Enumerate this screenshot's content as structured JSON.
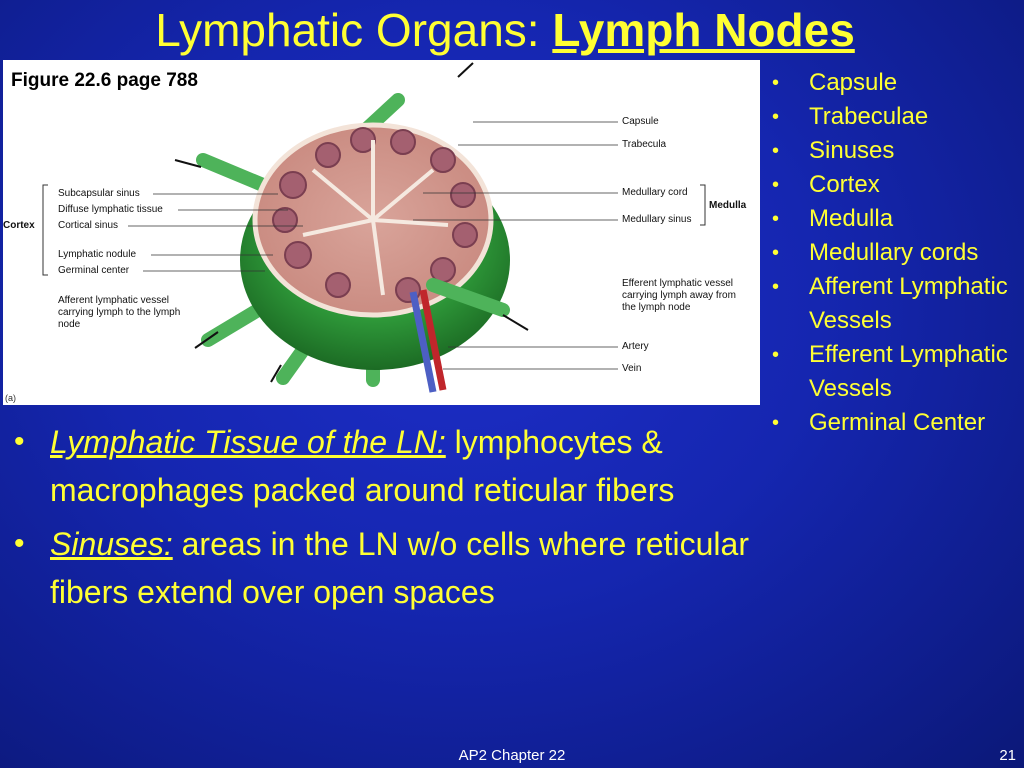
{
  "slide": {
    "title_prefix": "Lymphatic Organs: ",
    "title_emphasis": "Lymph Nodes",
    "figure_caption": "Figure 22.6 page 788",
    "figure_panel": "(a)",
    "figure_labels": {
      "capsule": "Capsule",
      "trabecula": "Trabecula",
      "medullary_cord": "Medullary cord",
      "medullary_sinus": "Medullary sinus",
      "medulla": "Medulla",
      "efferent_vessel": "Efferent lymphatic vessel carrying lymph away from the lymph node",
      "artery": "Artery",
      "vein": "Vein",
      "subcapsular_sinus": "Subcapsular sinus",
      "diffuse_tissue": "Diffuse lymphatic tissue",
      "cortical_sinus": "Cortical sinus",
      "cortex": "Cortex",
      "lymphatic_nodule": "Lymphatic nodule",
      "germinal_center": "Germinal center",
      "afferent_vessel": "Afferent lymphatic vessel carrying lymph to the lymph node"
    },
    "right_bullets": [
      "Capsule",
      "Trabeculae",
      "Sinuses",
      "Cortex",
      "Medulla",
      "Medullary cords",
      "Afferent Lymphatic Vessels",
      "Efferent Lymphatic Vessels",
      "Germinal Center"
    ],
    "main_bullets": [
      {
        "term": "Lymphatic Tissue of the LN:",
        "text": " lymphocytes & macrophages packed around reticular fibers"
      },
      {
        "term": "Sinuses:",
        "text": " areas in the LN w/o cells where reticular fibers extend over open spaces"
      }
    ],
    "footer_center": "AP2 Chapter 22",
    "page_number": "21"
  },
  "colors": {
    "background": "#1526b0",
    "title_text": "#ffff33",
    "body_text": "#ffff33",
    "footer_text": "#ffffff"
  }
}
